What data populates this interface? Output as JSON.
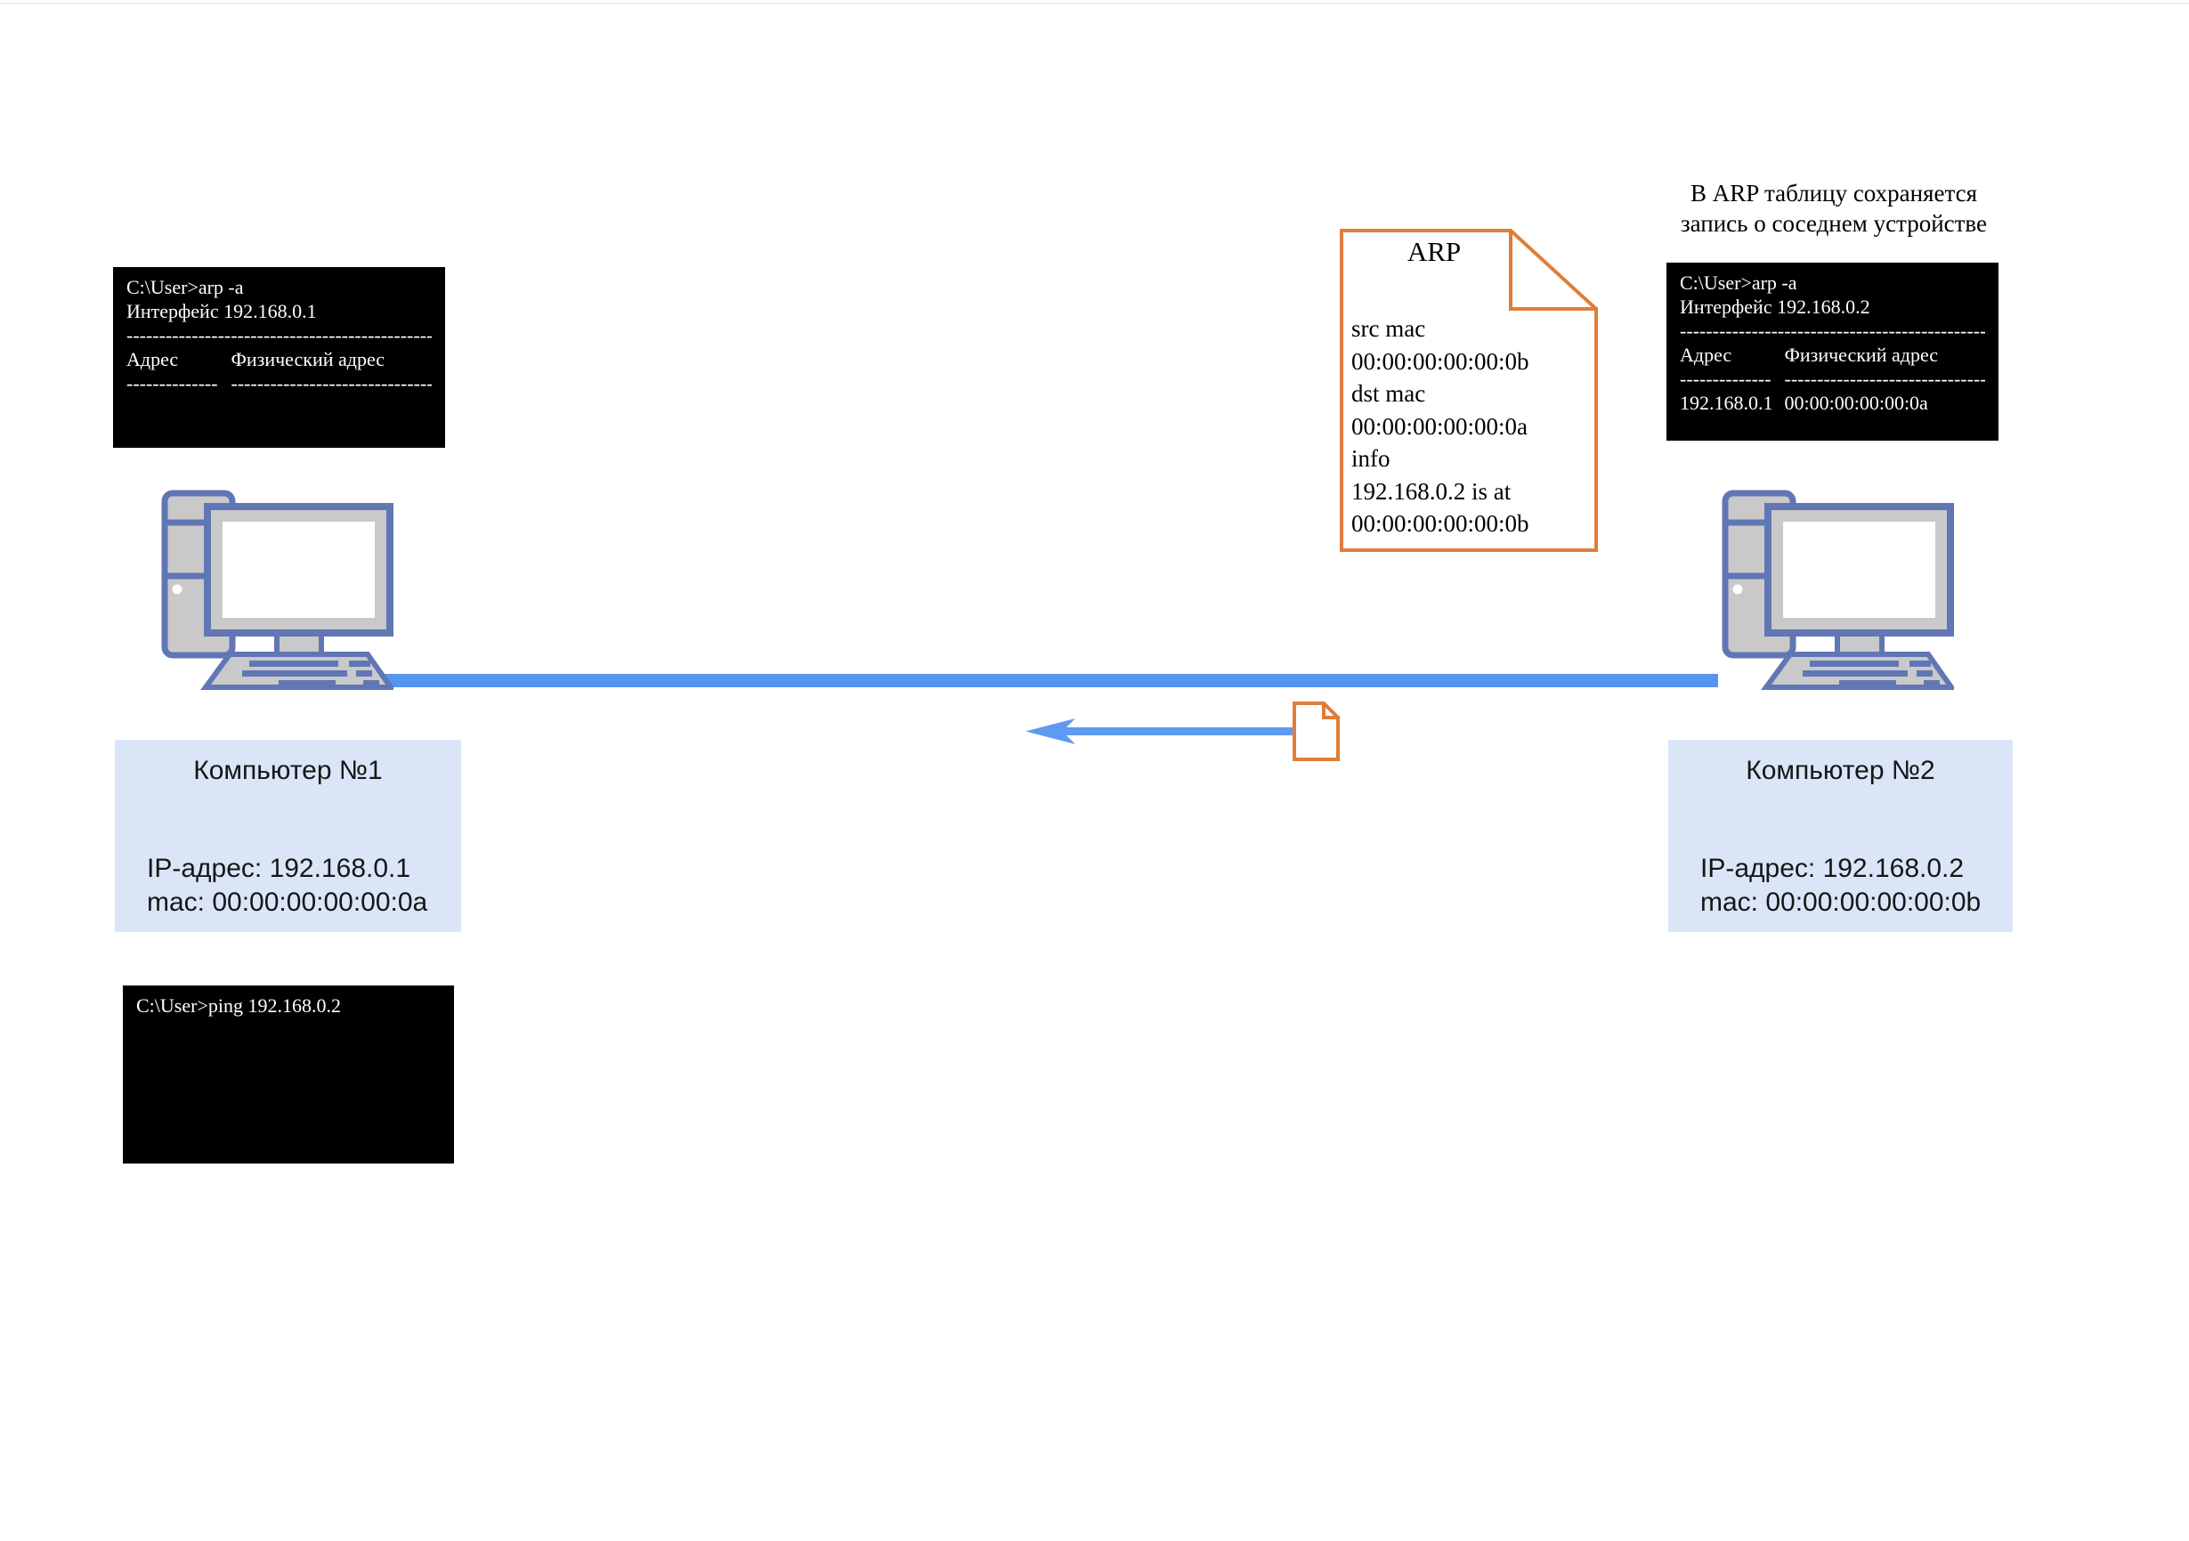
{
  "annotation": {
    "line1": "В ARP таблицу сохраняется",
    "line2": "запись о соседнем устройстве"
  },
  "arp_packet": {
    "title": "ARP",
    "lines": [
      "src mac",
      "00:00:00:00:00:0b",
      "dst mac",
      "00:00:00:00:00:0a",
      "info",
      "192.168.0.2 is at",
      "00:00:00:00:00:0b"
    ]
  },
  "terminal_pc1_arp": {
    "cmd": "C:\\User>arp -a",
    "iface": "Интерфейс 192.168.0.1",
    "divider": "-----------------------------------------------",
    "col1_header": "Адрес",
    "col2_header": "Физический адрес",
    "col1_dashes": "--------------",
    "col2_dashes": "-------------------------------"
  },
  "terminal_pc2_arp": {
    "cmd": "C:\\User>arp -a",
    "iface": "Интерфейс 192.168.0.2",
    "divider": "-----------------------------------------------",
    "col1_header": "Адрес",
    "col2_header": "Физический адрес",
    "col1_dashes": "--------------",
    "col2_dashes": "-------------------------------",
    "row_ip": "192.168.0.1",
    "row_mac": "00:00:00:00:00:0a"
  },
  "terminal_pc1_ping": {
    "cmd": "C:\\User>ping 192.168.0.2"
  },
  "computer1": {
    "title": "Компьютер №1",
    "ip": "IP-адрес: 192.168.0.1",
    "mac": "mac: 00:00:00:00:00:0a"
  },
  "computer2": {
    "title": "Компьютер №2",
    "ip": "IP-адрес: 192.168.0.2",
    "mac": "mac: 00:00:00:00:00:0b"
  },
  "colors": {
    "link_line": "#5694ef",
    "arrow": "#5f9af1",
    "packet_border": "#e07d3a",
    "terminal_bg": "#000000",
    "terminal_fg": "#ffffff",
    "label_bg": "#dbe5f8",
    "icon_stroke": "#6176b4",
    "icon_fill": "#c9c9c9"
  }
}
